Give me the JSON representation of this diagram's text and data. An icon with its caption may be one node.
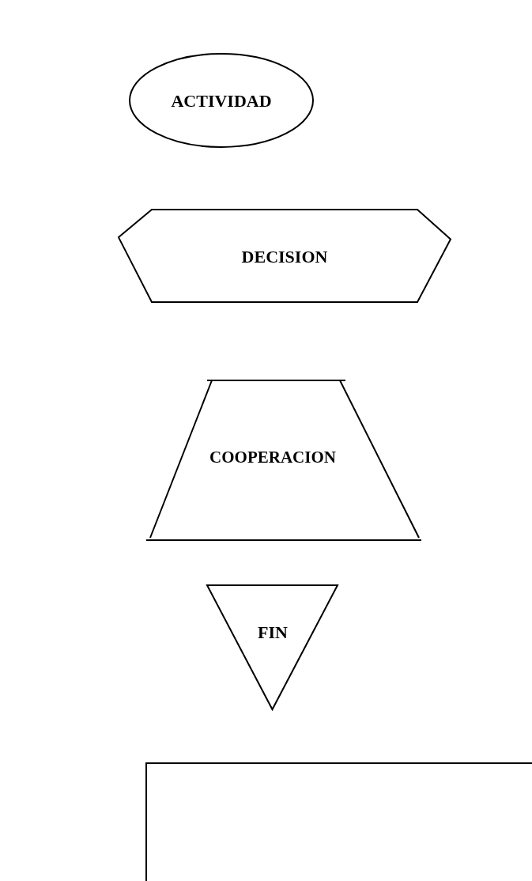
{
  "diagram": {
    "nodes": [
      {
        "text": [
          "ACTIVIDAD"
        ]
      },
      {
        "text": [
          "DECISION"
        ]
      },
      {
        "text": [
          "COOPERACION"
        ]
      },
      {
        "text": [
          "FIN"
        ]
      }
    ]
  }
}
